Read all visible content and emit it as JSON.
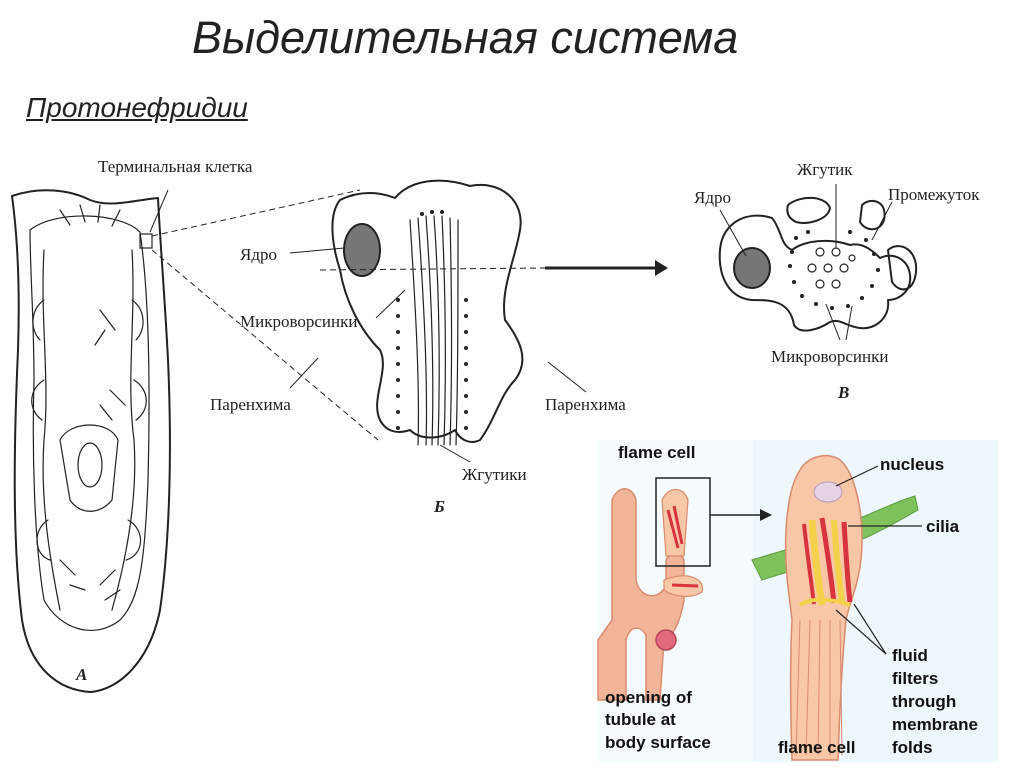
{
  "slide": {
    "title": "Выделительная система",
    "subtitle": "Протонефридии"
  },
  "figure_ru": {
    "labels": {
      "terminal_cell": "Терминальная клетка",
      "nucleus_b": "Ядро",
      "microvilli_b": "Микроворсинки",
      "parenchyma_left": "Паренхима",
      "parenchyma_right": "Паренхима",
      "flagella": "Жгутики",
      "nucleus_v": "Ядро",
      "flagellum": "Жгутик",
      "gap": "Промежуток",
      "microvilli_v": "Микроворсинки"
    },
    "panel_letters": {
      "a": "А",
      "b": "Б",
      "v": "В"
    }
  },
  "figure_en": {
    "labels": {
      "flame_cell_top": "flame cell",
      "opening_line1": "opening of",
      "opening_line2": "tubule at",
      "opening_line3": "body surface",
      "nucleus": "nucleus",
      "cilia": "cilia",
      "fluid_line1": "fluid",
      "fluid_line2": "filters",
      "fluid_line3": "through",
      "fluid_line4": "membrane",
      "fluid_line5": "folds",
      "flame_cell_bottom": "flame cell"
    },
    "colors": {
      "tubule": "#f3b59a",
      "cell_body": "#f7c7a8",
      "cilia_red": "#d8343f",
      "cilia_yellow": "#f4d14a",
      "parenchyma_green": "#7fc25b",
      "nucleus": "#e6d3e6"
    }
  }
}
